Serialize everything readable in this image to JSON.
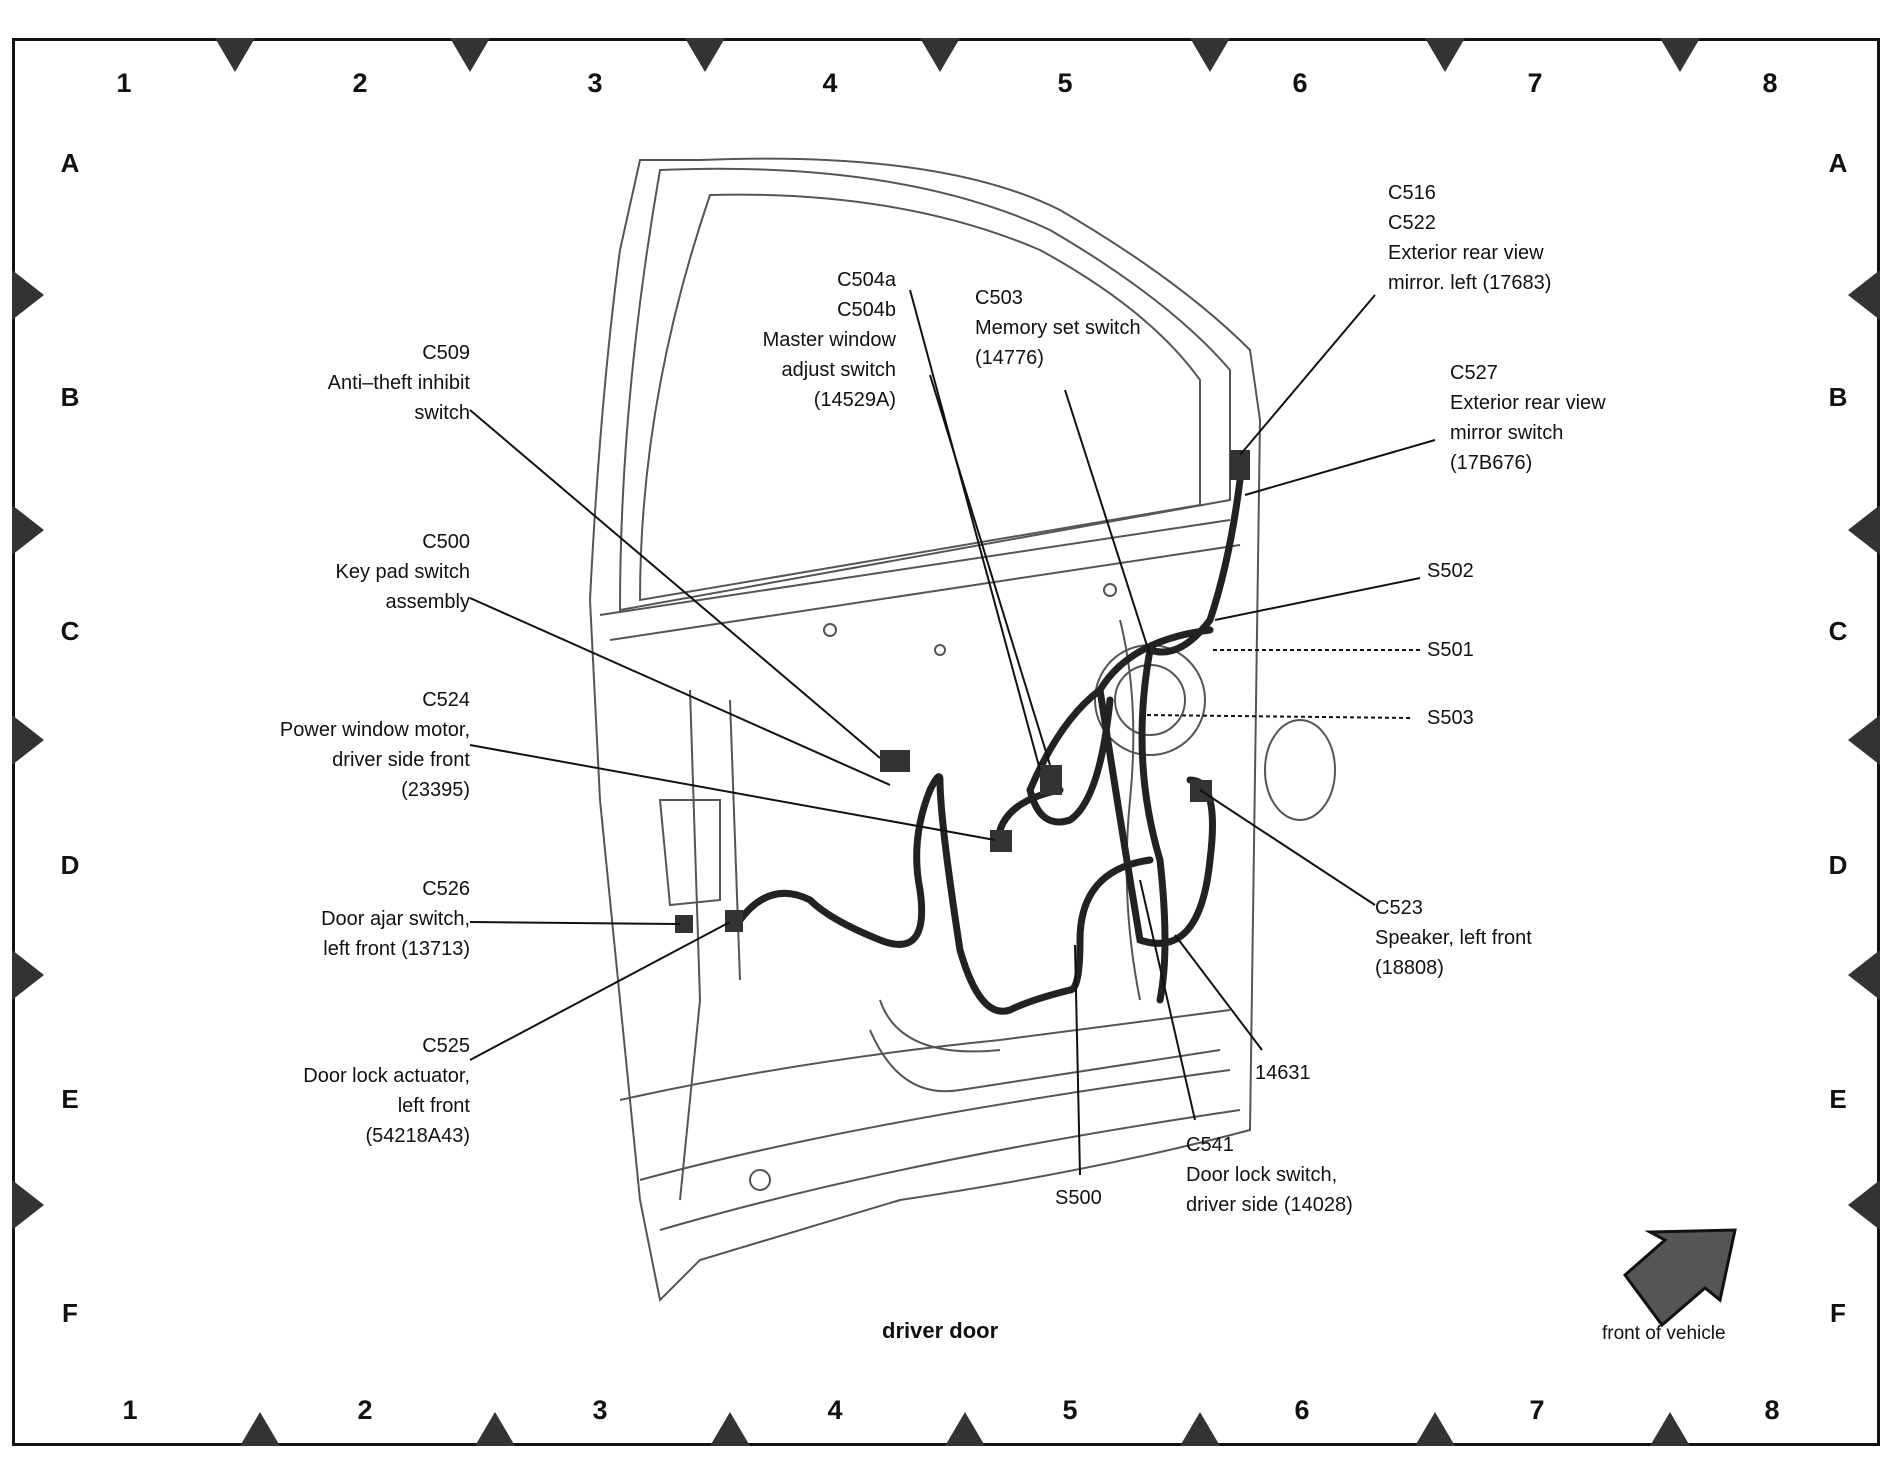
{
  "grid": {
    "top_numbers": [
      "1",
      "2",
      "3",
      "4",
      "5",
      "6",
      "7",
      "8"
    ],
    "bottom_numbers": [
      "1",
      "2",
      "3",
      "4",
      "5",
      "6",
      "7",
      "8"
    ],
    "left_letters": [
      "A",
      "B",
      "C",
      "D",
      "E",
      "F"
    ],
    "right_letters": [
      "A",
      "B",
      "C",
      "D",
      "E",
      "F"
    ]
  },
  "callouts": {
    "c509": {
      "code": "C509",
      "line1": "Anti–theft inhibit",
      "line2": "switch"
    },
    "c500": {
      "code": "C500",
      "line1": "Key pad switch",
      "line2": "assembly"
    },
    "c524": {
      "code": "C524",
      "line1": "Power window motor,",
      "line2": "driver side front",
      "line3": "(23395)"
    },
    "c526": {
      "code": "C526",
      "line1": "Door ajar switch,",
      "line2": "left front (13713)"
    },
    "c525": {
      "code": "C525",
      "line1": "Door lock actuator,",
      "line2": "left front",
      "line3": "(54218A43)"
    },
    "c504": {
      "code1": "C504a",
      "code2": "C504b",
      "line1": "Master window",
      "line2": "adjust switch",
      "line3": "(14529A)"
    },
    "c503": {
      "code": "C503",
      "line1": "Memory set switch",
      "line2": "(14776)"
    },
    "c516": {
      "code1": "C516",
      "code2": "C522",
      "line1": "Exterior rear view",
      "line2": "mirror. left (17683)"
    },
    "c527": {
      "code": "C527",
      "line1": "Exterior rear view",
      "line2": "mirror switch",
      "line3": "(17B676)"
    },
    "s502": {
      "code": "S502"
    },
    "s501": {
      "code": "S501"
    },
    "s503": {
      "code": "S503"
    },
    "c523": {
      "code": "C523",
      "line1": "Speaker, left front",
      "line2": "(18808)"
    },
    "p14631": {
      "code": "14631"
    },
    "c541": {
      "code": "C541",
      "line1": "Door lock switch,",
      "line2": "driver side (14028)"
    },
    "s500": {
      "code": "S500"
    }
  },
  "caption": "driver door",
  "orientation_label": "front of vehicle"
}
